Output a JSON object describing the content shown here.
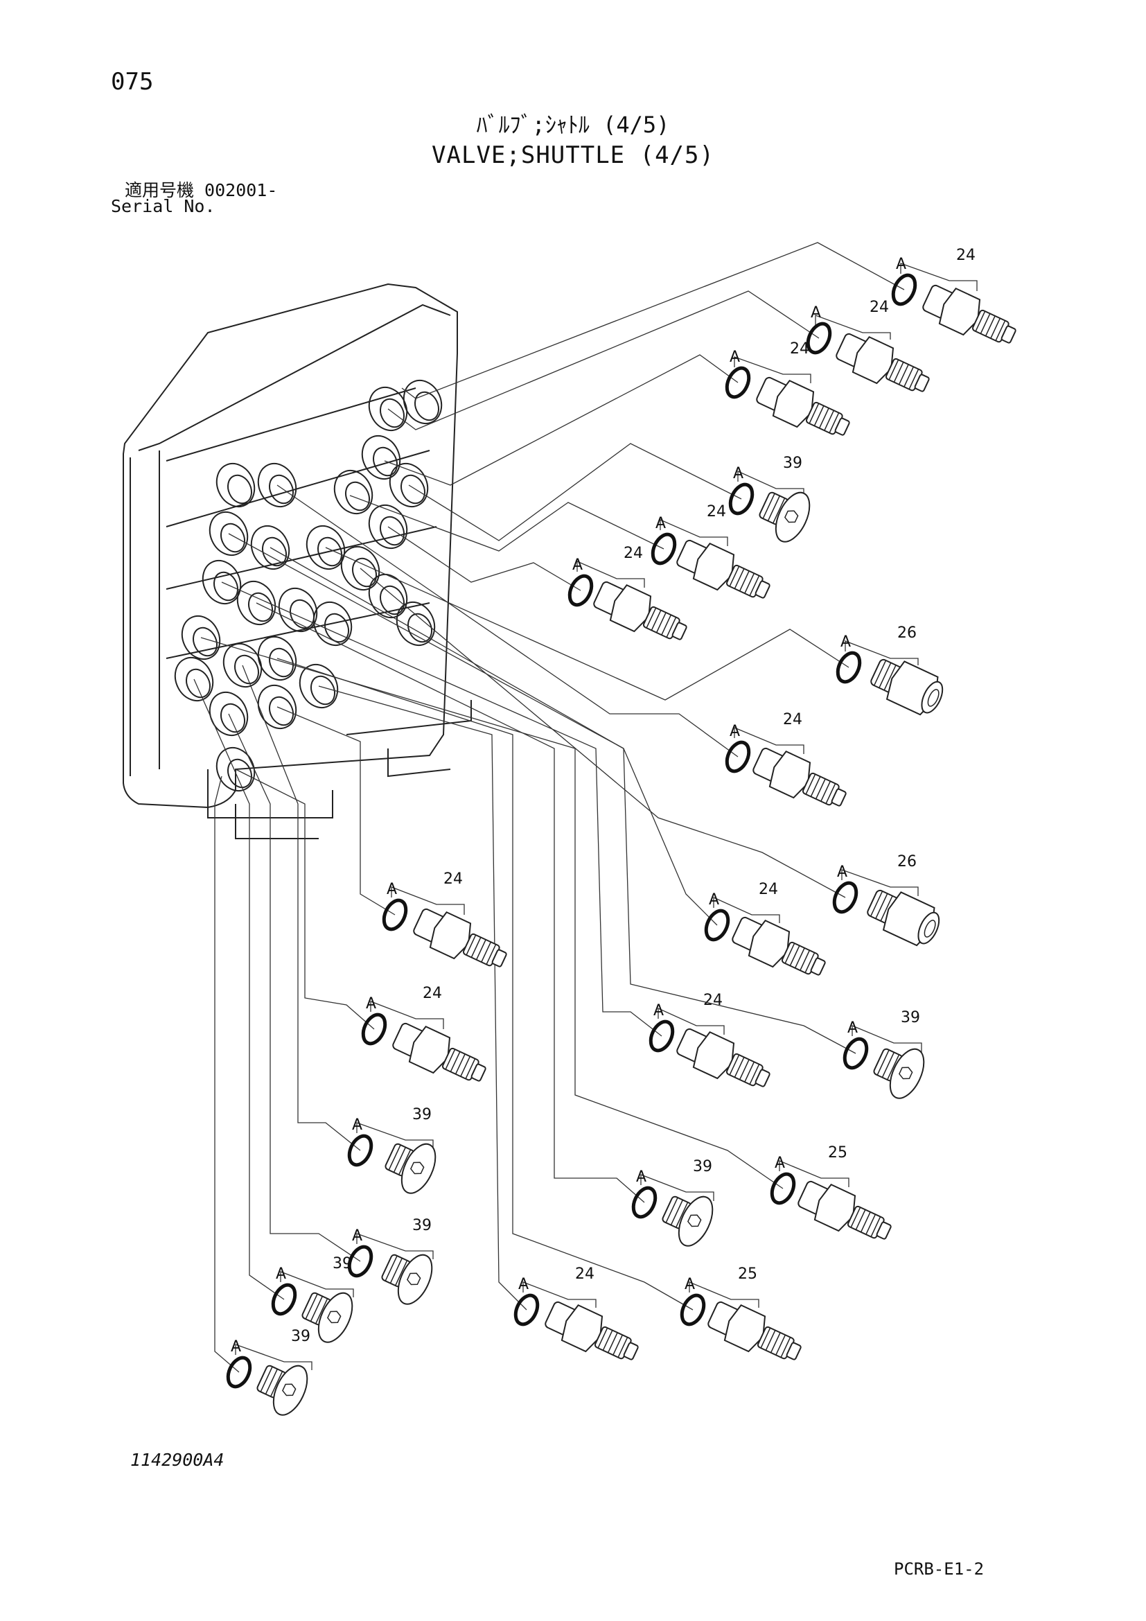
{
  "header": {
    "page_number": "075",
    "title_jp": "ﾊﾞﾙﾌﾞ;ｼｬﾄﾙ (4/5)",
    "title_en": "VALVE;SHUTTLE (4/5)",
    "serial_label_jp": "適用号機  002001-",
    "serial_label_en": "Serial No."
  },
  "footer": {
    "drawing_number": "1142900A4",
    "page_code": "PCRB-E1-2"
  },
  "ring_label": "A",
  "parts": [
    {
      "ref": "24",
      "kind": "adapter"
    },
    {
      "ref": "24",
      "kind": "adapter"
    },
    {
      "ref": "24",
      "kind": "adapter"
    },
    {
      "ref": "39",
      "kind": "plug"
    },
    {
      "ref": "24",
      "kind": "adapter"
    },
    {
      "ref": "24",
      "kind": "adapter"
    },
    {
      "ref": "26",
      "kind": "union"
    },
    {
      "ref": "24",
      "kind": "adapter"
    },
    {
      "ref": "26",
      "kind": "union"
    },
    {
      "ref": "24",
      "kind": "adapter"
    },
    {
      "ref": "24",
      "kind": "adapter"
    },
    {
      "ref": "39",
      "kind": "plug"
    },
    {
      "ref": "24",
      "kind": "adapter"
    },
    {
      "ref": "24",
      "kind": "adapter"
    },
    {
      "ref": "39",
      "kind": "plug"
    },
    {
      "ref": "39",
      "kind": "plug"
    },
    {
      "ref": "25",
      "kind": "adapter"
    },
    {
      "ref": "39",
      "kind": "plug"
    },
    {
      "ref": "39",
      "kind": "plug"
    },
    {
      "ref": "24",
      "kind": "adapter"
    },
    {
      "ref": "25",
      "kind": "adapter"
    },
    {
      "ref": "39",
      "kind": "plug"
    }
  ]
}
